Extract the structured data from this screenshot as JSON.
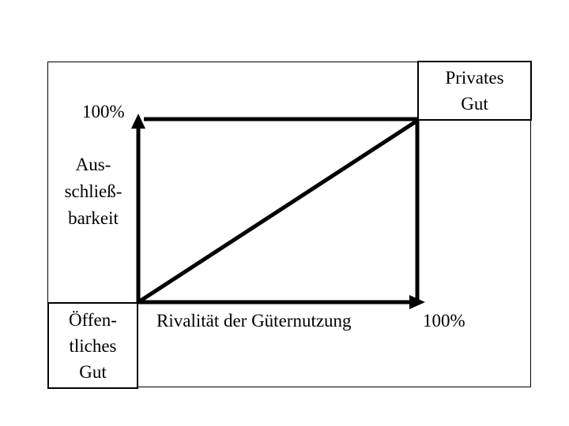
{
  "diagram": {
    "private_good": {
      "lines": [
        "Privates",
        "Gut"
      ]
    },
    "public_good": {
      "lines": [
        "Öffen-",
        "tliches",
        "Gut"
      ]
    },
    "y_axis": {
      "max_label": "100%",
      "label_lines": [
        "Aus-",
        "schließ-",
        "barkeit"
      ]
    },
    "x_axis": {
      "label": "Rivalität der Güternutzung",
      "max_label": "100%"
    },
    "colors": {
      "line": "#000000",
      "background": "#ffffff"
    }
  }
}
